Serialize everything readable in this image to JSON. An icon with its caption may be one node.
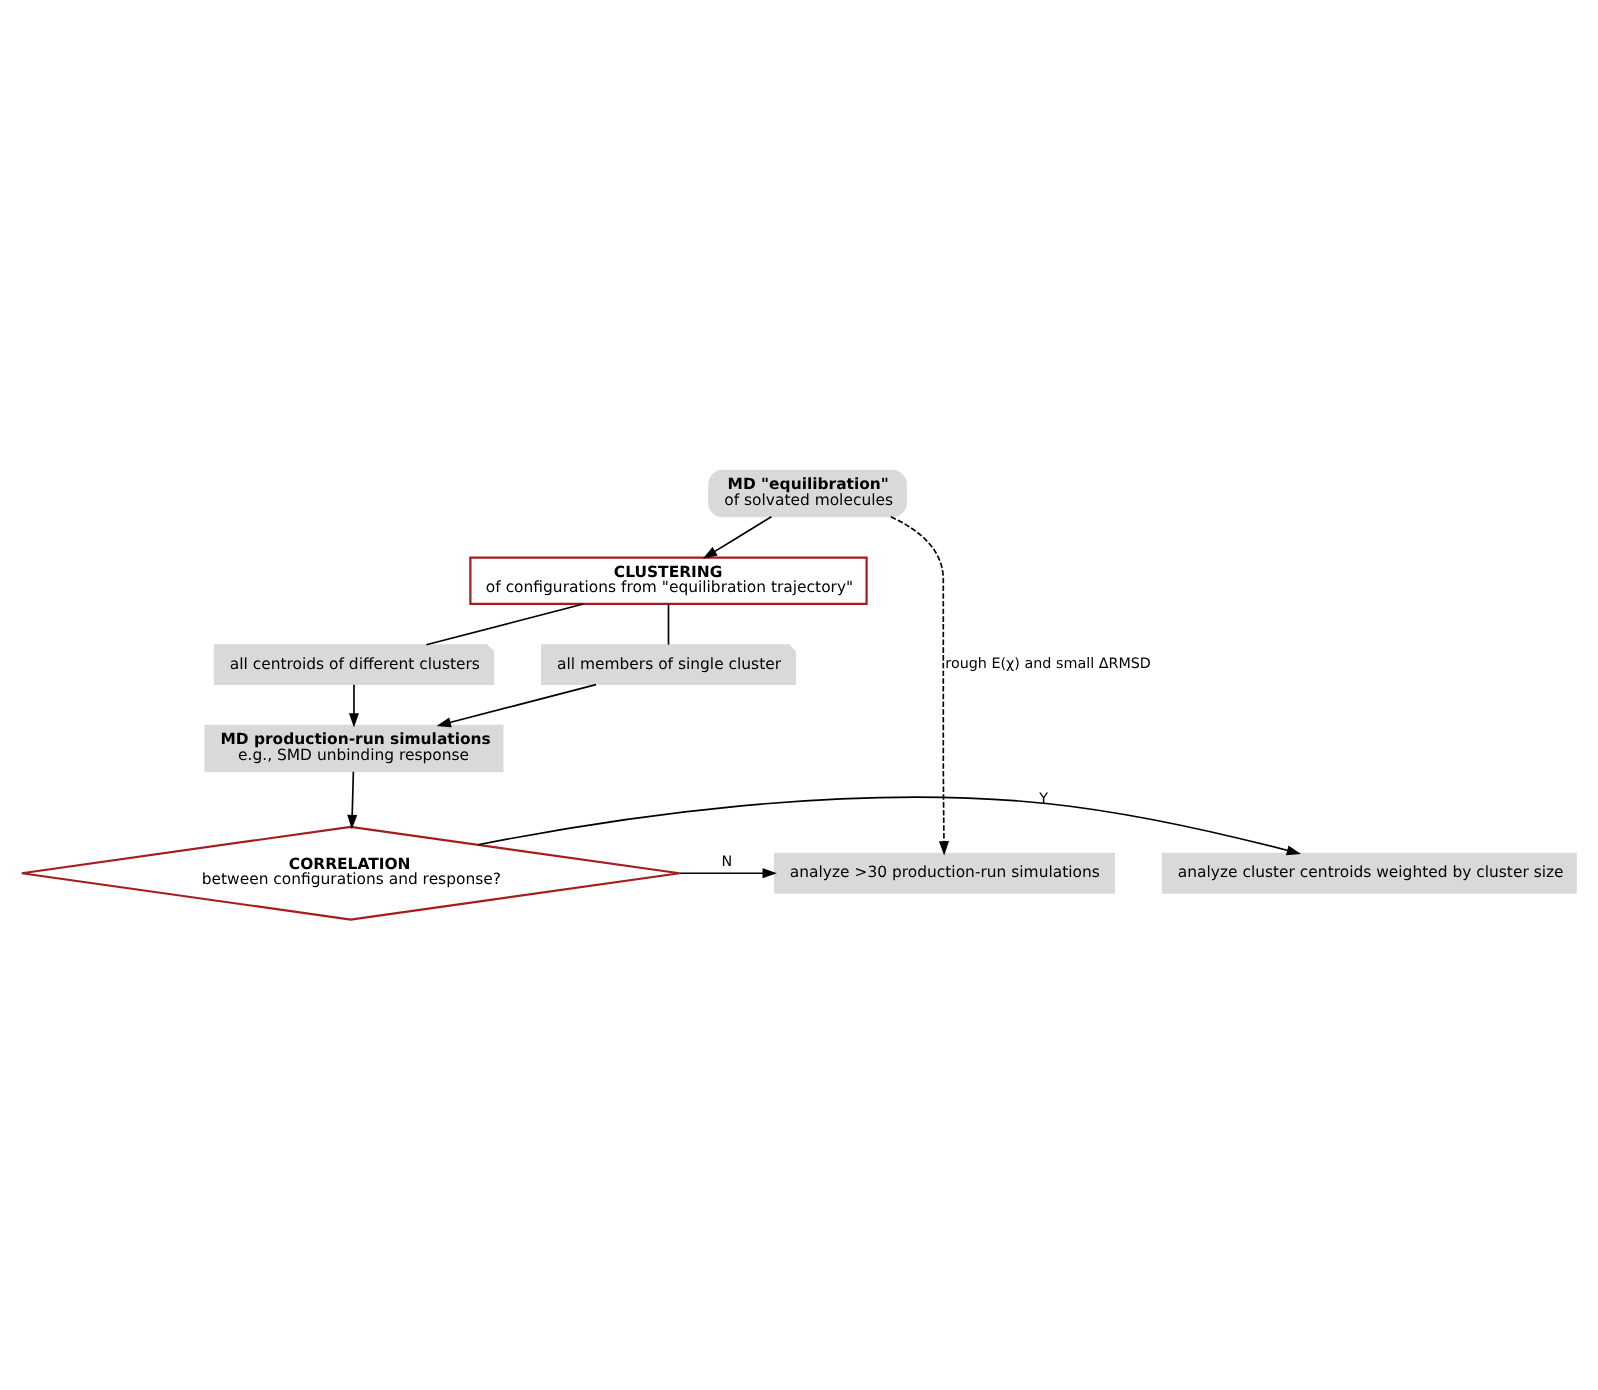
{
  "diagram": {
    "nodes": [
      {
        "text": [
          "MD \"equilibration\"",
          "of solvated molecules"
        ]
      },
      {
        "text": [
          "CLUSTERING",
          "of configurations from \"equilibration trajectory\""
        ]
      },
      {
        "text": [
          "all centroids of different clusters"
        ]
      },
      {
        "text": [
          "all members of single cluster"
        ]
      },
      {
        "text": [
          "MD production-run simulations",
          "e.g., SMD unbinding response"
        ]
      },
      {
        "text": [
          "CORRELATION",
          "between configurations and response?"
        ]
      },
      {
        "text": [
          "analyze cluster centroids weighted by cluster size"
        ]
      },
      {
        "text": [
          "analyze >30 production-run simulations"
        ]
      }
    ],
    "edges": [
      {
        "from": 0,
        "to": 1,
        "arrow": "to"
      },
      {
        "from": 1,
        "to": 2,
        "arrow": "none"
      },
      {
        "from": 1,
        "to": 3,
        "arrow": "none"
      },
      {
        "from": 2,
        "to": 4,
        "arrow": "to"
      },
      {
        "from": 3,
        "to": 4,
        "arrow": "to"
      },
      {
        "from": 4,
        "to": 5,
        "arrow": "to"
      },
      {
        "from": 5,
        "to": 6,
        "arrow": "to",
        "label": "Y"
      },
      {
        "from": 5,
        "to": 7,
        "arrow": "to",
        "label": "N"
      },
      {
        "from": 0,
        "to": 7,
        "arrow": "to",
        "label": "rough E(χ) and small ΔRMSD",
        "style": "dashed"
      }
    ]
  }
}
